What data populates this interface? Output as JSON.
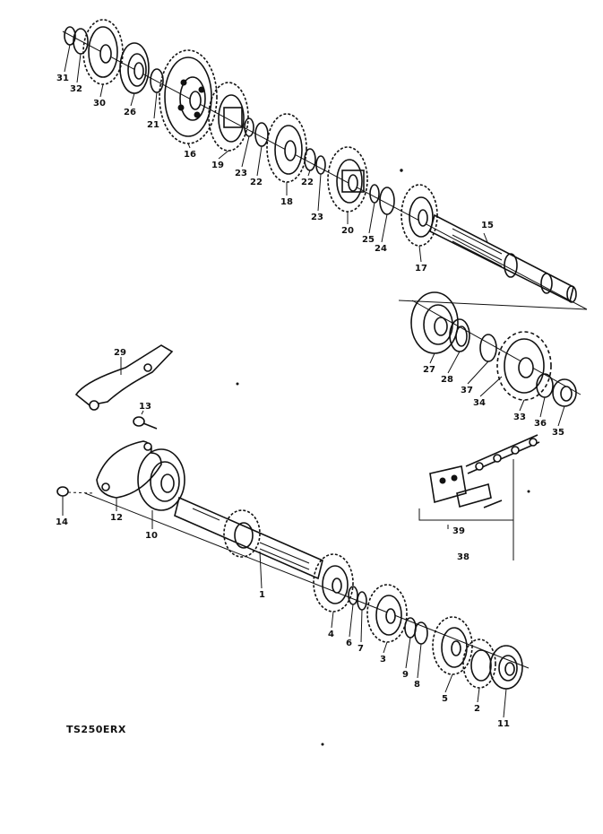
{
  "diagram": {
    "model_code": "TS250ERX",
    "parts": [
      "1",
      "2",
      "3",
      "4",
      "5",
      "6",
      "7",
      "8",
      "9",
      "10",
      "11",
      "12",
      "13",
      "14",
      "15",
      "16",
      "17",
      "18",
      "19",
      "20",
      "21",
      "22",
      "23",
      "24",
      "25",
      "26",
      "27",
      "28",
      "29",
      "30",
      "31",
      "32",
      "33",
      "34",
      "35",
      "36",
      "37",
      "38",
      "39"
    ],
    "callouts": [
      {
        "id": "c31",
        "text": "31"
      },
      {
        "id": "c32",
        "text": "32"
      },
      {
        "id": "c30",
        "text": "30"
      },
      {
        "id": "c26",
        "text": "26"
      },
      {
        "id": "c21",
        "text": "21"
      },
      {
        "id": "c16",
        "text": "16"
      },
      {
        "id": "c19",
        "text": "19"
      },
      {
        "id": "c23a",
        "text": "23"
      },
      {
        "id": "c22a",
        "text": "22"
      },
      {
        "id": "c18",
        "text": "18"
      },
      {
        "id": "c22b",
        "text": "22"
      },
      {
        "id": "c23b",
        "text": "23"
      },
      {
        "id": "c20",
        "text": "20"
      },
      {
        "id": "c25",
        "text": "25"
      },
      {
        "id": "c24",
        "text": "24"
      },
      {
        "id": "c17",
        "text": "17"
      },
      {
        "id": "c15",
        "text": "15"
      },
      {
        "id": "c27",
        "text": "27"
      },
      {
        "id": "c28",
        "text": "28"
      },
      {
        "id": "c37",
        "text": "37"
      },
      {
        "id": "c34",
        "text": "34"
      },
      {
        "id": "c33",
        "text": "33"
      },
      {
        "id": "c36",
        "text": "36"
      },
      {
        "id": "c35",
        "text": "35"
      },
      {
        "id": "c29",
        "text": "29"
      },
      {
        "id": "c13",
        "text": "13"
      },
      {
        "id": "c14",
        "text": "14"
      },
      {
        "id": "c12",
        "text": "12"
      },
      {
        "id": "c10",
        "text": "10"
      },
      {
        "id": "c1",
        "text": "1"
      },
      {
        "id": "c4",
        "text": "4"
      },
      {
        "id": "c6",
        "text": "6"
      },
      {
        "id": "c7",
        "text": "7"
      },
      {
        "id": "c3",
        "text": "3"
      },
      {
        "id": "c9",
        "text": "9"
      },
      {
        "id": "c8",
        "text": "8"
      },
      {
        "id": "c5",
        "text": "5"
      },
      {
        "id": "c2",
        "text": "2"
      },
      {
        "id": "c11",
        "text": "11"
      },
      {
        "id": "c39",
        "text": "39"
      },
      {
        "id": "c38",
        "text": "38"
      }
    ]
  }
}
